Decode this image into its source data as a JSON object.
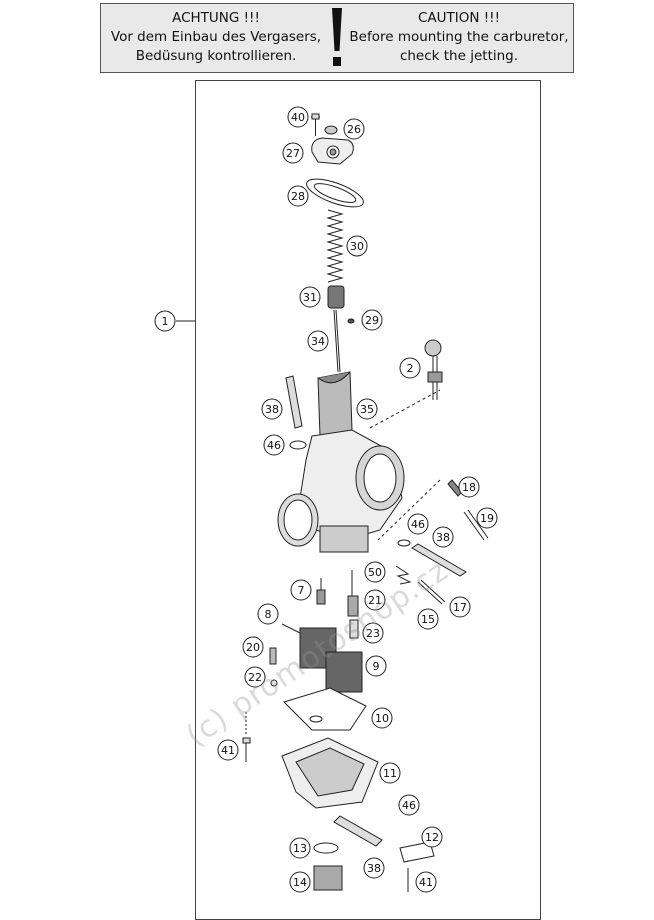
{
  "warning": {
    "de_title": "ACHTUNG !!!",
    "de_line1": "Vor dem Einbau des Vergasers,",
    "de_line2": "Bedüsung kontrollieren.",
    "en_title": "CAUTION !!!",
    "en_line1": "Before mounting the carburetor,",
    "en_line2": "check the jetting."
  },
  "assembly_label": "1",
  "callouts": [
    "40",
    "26",
    "27",
    "28",
    "30",
    "31",
    "29",
    "34",
    "2",
    "38",
    "35",
    "46",
    "18",
    "19",
    "46",
    "38",
    "7",
    "50",
    "21",
    "15",
    "17",
    "8",
    "23",
    "20",
    "9",
    "22",
    "10",
    "41",
    "11",
    "46",
    "12",
    "13",
    "38",
    "14",
    "41"
  ],
  "watermark": "(c) promotoshop.cz",
  "icons": {
    "warning": "exclamation-icon"
  }
}
